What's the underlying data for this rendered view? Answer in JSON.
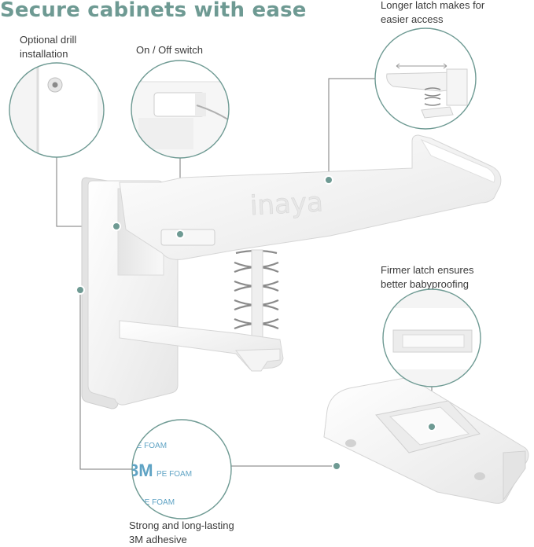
{
  "headline": "Secure cabinets with ease",
  "brand_mark": "inaya",
  "callouts": {
    "drill": [
      "Optional drill",
      "installation"
    ],
    "switch": [
      "On / Off switch"
    ],
    "latch": [
      "Longer latch makes for",
      "easier access"
    ],
    "firmer": [
      "Firmer latch ensures",
      "better babyproofing"
    ],
    "adhesive": [
      "Strong and long-lasting",
      "3M adhesive"
    ]
  },
  "adhesive_print": {
    "logo": "3M",
    "tag": "PE FOAM"
  },
  "colors": {
    "accent": "#6e9a93",
    "leader": "#7a7a7a",
    "plastic": "#f2f2f2",
    "plastic_shadow": "#d9d9d9",
    "spring": "#8a8a8a"
  }
}
